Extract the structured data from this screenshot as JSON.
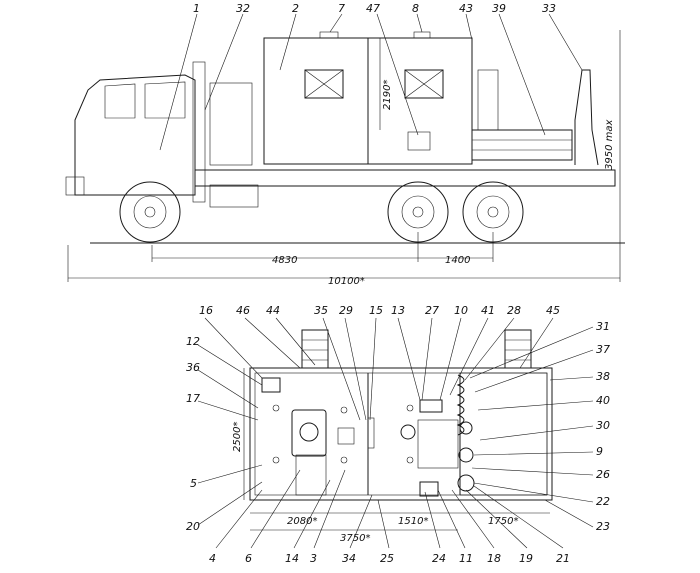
{
  "side_view": {
    "callouts": [
      "1",
      "32",
      "2",
      "7",
      "47",
      "8",
      "43",
      "39",
      "33"
    ],
    "dims": {
      "height_box": "2190*",
      "height_max": "3950 max",
      "wheelbase": "4830",
      "bogie": "1400",
      "overall": "10100*"
    }
  },
  "plan_view": {
    "callouts_top": [
      "16",
      "46",
      "44",
      "35",
      "29",
      "15",
      "13",
      "27",
      "10",
      "41",
      "28",
      "45"
    ],
    "callouts_left": [
      "12",
      "36",
      "17",
      "5",
      "20"
    ],
    "callouts_right": [
      "31",
      "37",
      "38",
      "40",
      "30",
      "9",
      "26",
      "22",
      "23"
    ],
    "callouts_bottom": [
      "4",
      "6",
      "14",
      "3",
      "34",
      "25",
      "24",
      "11",
      "18",
      "19",
      "21"
    ],
    "dims": {
      "width": "2500*",
      "d1": "2080*",
      "d2": "1510*",
      "d3": "1750*",
      "d4": "3750*"
    }
  }
}
